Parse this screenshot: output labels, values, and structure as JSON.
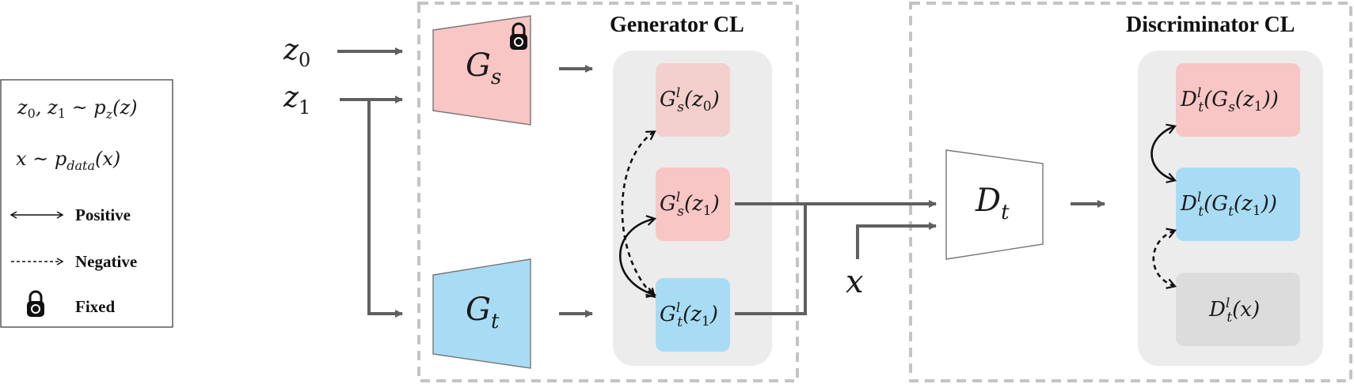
{
  "colors": {
    "source_fill": "#f8c6c4",
    "source_fill_light": "#f3cfcd",
    "target_fill": "#a8dcf5",
    "gray_fill": "#dcdcdc",
    "panel_fill": "#ececec",
    "arrow": "#606060",
    "dashed_border": "#c4c4c4"
  },
  "legend": {
    "dist_z": "z₀, z₁ ~ p_z(z)",
    "dist_z_parts": [
      "z",
      "0",
      ", z",
      "1",
      " ~ p",
      "z",
      "(z)"
    ],
    "dist_x_parts": [
      "x ~ p",
      "data",
      "(x)"
    ],
    "positive_label": "Positive",
    "negative_label": "Negative",
    "fixed_label": "Fixed",
    "fixed_icon": "lock-icon"
  },
  "inputs": {
    "z0": [
      "z",
      "0"
    ],
    "z1": [
      "z",
      "1"
    ],
    "x": "x"
  },
  "generator": {
    "title": "Generator CL",
    "source": [
      "G",
      "s"
    ],
    "target": [
      "G",
      "t"
    ],
    "features": {
      "gs_z0": [
        "G",
        "l",
        "s",
        "(z",
        "0",
        ")"
      ],
      "gs_z1": [
        "G",
        "l",
        "s",
        "(z",
        "1",
        ")"
      ],
      "gt_z1": [
        "G",
        "l",
        "t",
        "(z",
        "1",
        ")"
      ]
    }
  },
  "discriminator": {
    "title": "Discriminator CL",
    "block": [
      "D",
      "t"
    ],
    "features": {
      "dt_gs": [
        "D",
        "l",
        "t",
        "(G",
        "s",
        "(z",
        "1",
        "))"
      ],
      "dt_gt": [
        "D",
        "l",
        "t",
        "(G",
        "t",
        "(z",
        "1",
        "))"
      ],
      "dt_x": [
        "D",
        "l",
        "t",
        "(x)"
      ]
    }
  }
}
